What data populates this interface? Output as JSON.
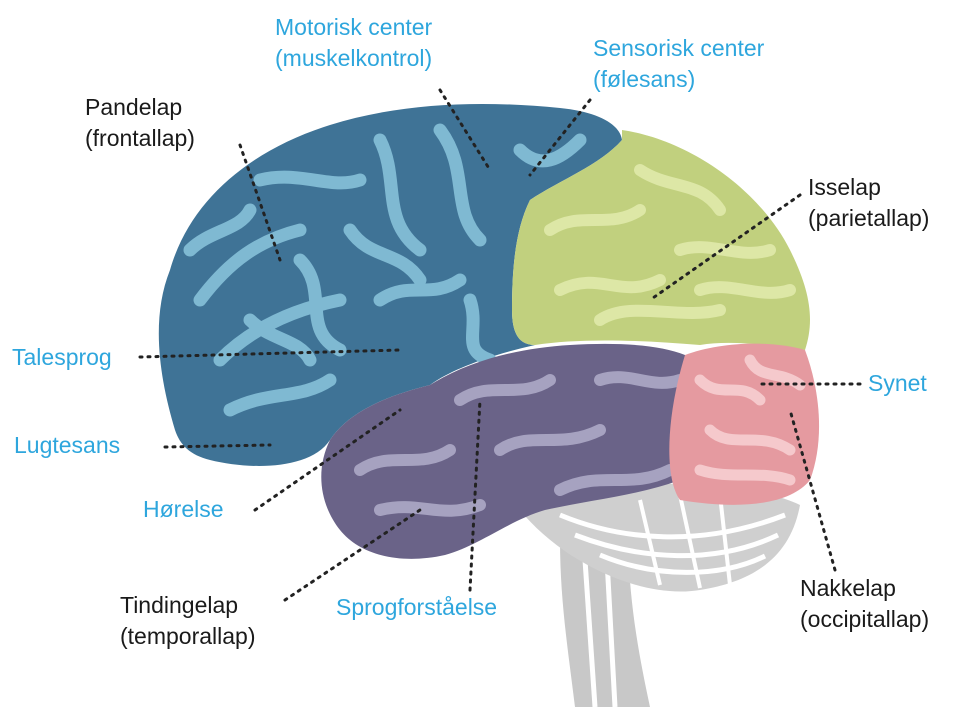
{
  "colors": {
    "frontal": "#3f7396",
    "parietal": "#c1d07e",
    "temporal": "#6a6388",
    "occipital": "#e59aa0",
    "gyri_frontal": "#7fb9d2",
    "gyri_parietal": "#dde7a6",
    "gyri_temporal": "#a6a2c0",
    "gyri_occipital": "#f5c9cc",
    "cerebellum": "#cfcfcf",
    "brainstem": "#c4c4c4",
    "label_blue": "#2ea6dd",
    "label_black": "#1a1a1a"
  },
  "labels": {
    "motor": {
      "line1": "Motorisk center",
      "line2": "(muskelkontrol)"
    },
    "sensory": {
      "line1": "Sensorisk center",
      "line2": "(følesans)"
    },
    "frontal": {
      "line1": "Pandelap",
      "line2": "(frontallap)"
    },
    "parietal": {
      "line1": "Isselap",
      "line2": "(parietallap)"
    },
    "speech": "Talesprog",
    "smell": "Lugtesans",
    "hearing": "Hørelse",
    "vision": "Synet",
    "temporal": {
      "line1": "Tindingelap",
      "line2": "(temporallap)"
    },
    "comprehension": "Sprogforståelse",
    "occipital": {
      "line1": "Nakkelap",
      "line2": "(occipitallap)"
    }
  }
}
